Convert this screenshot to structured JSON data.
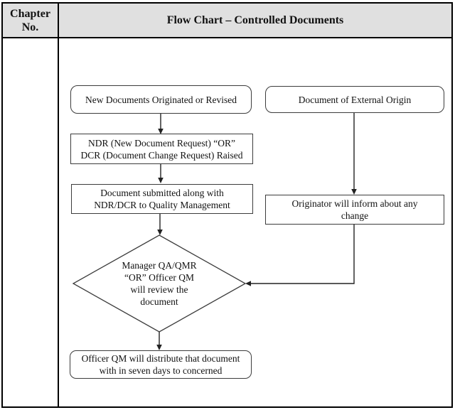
{
  "header": {
    "chapter_line1": "Chapter",
    "chapter_line2": "No.",
    "title": "Flow Chart – Controlled Documents"
  },
  "flowchart": {
    "new_documents": "New Documents Originated or Revised",
    "external_origin": "Document of External Origin",
    "ndr_dcr": {
      "line1": "NDR (New Document Request) “OR”",
      "line2": "DCR (Document Change Request) Raised"
    },
    "submitted": {
      "line1": "Document submitted along with",
      "line2": "NDR/DCR to Quality Management"
    },
    "originator": {
      "line1": "Originator will inform about any",
      "line2": "change"
    },
    "review": {
      "line1": "Manager QA/QMR",
      "line2": "“OR” Officer QM",
      "line3": "will review the",
      "line4": "document"
    },
    "distribute": {
      "line1": "Officer QM will distribute that document",
      "line2": "with in seven days to concerned"
    }
  },
  "colors": {
    "header_bg": "#e0e0e0",
    "frame_border": "#000000",
    "node_border": "#3c3c3c",
    "line": "#222222",
    "text": "#111111"
  }
}
